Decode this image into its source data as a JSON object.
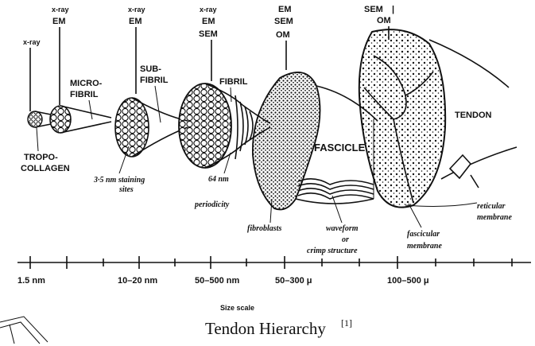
{
  "techniques": {
    "tropocollagen": "x-ray",
    "microfibril_1": "x-ray",
    "microfibril_2": "EM",
    "subfibril_1": "x-ray",
    "subfibril_2": "EM",
    "fibril_1": "x-ray",
    "fibril_2": "EM",
    "fibril_3": "SEM",
    "fascicle_1": "EM",
    "fascicle_2": "SEM",
    "fascicle_3": "OM",
    "tendon_1": "SEM",
    "tendon_2": "OM"
  },
  "structures": {
    "microfibril_1": "MICRO-",
    "microfibril_2": "FIBRIL",
    "subfibril_1": "SUB-",
    "subfibril_2": "FIBRIL",
    "fibril": "FIBRIL",
    "fascicle": "FASCICLE",
    "tendon": "TENDON",
    "tropocollagen_1": "TROPO-",
    "tropocollagen_2": "COLLAGEN"
  },
  "annotations": {
    "staining_1": "3·5 nm staining",
    "staining_2": "sites",
    "periodicity_1": "64 nm",
    "periodicity_2": "periodicity",
    "fibroblasts": "fibroblasts",
    "waveform_1": "waveform",
    "waveform_2": "or",
    "waveform_3": "crimp structure",
    "fascicular_1": "fascicular",
    "fascicular_2": "membrane",
    "reticular_1": "reticular",
    "reticular_2": "membrane"
  },
  "scale": {
    "ticks": [
      "1.5 nm",
      "10–20 nm",
      "50–500 nm",
      "50–300 μ",
      "100–500 μ"
    ],
    "title": "Size scale"
  },
  "caption": {
    "text": "Tendon Hierarchy",
    "ref": "[1]"
  },
  "colors": {
    "ink": "#111111",
    "background": "#ffffff"
  }
}
